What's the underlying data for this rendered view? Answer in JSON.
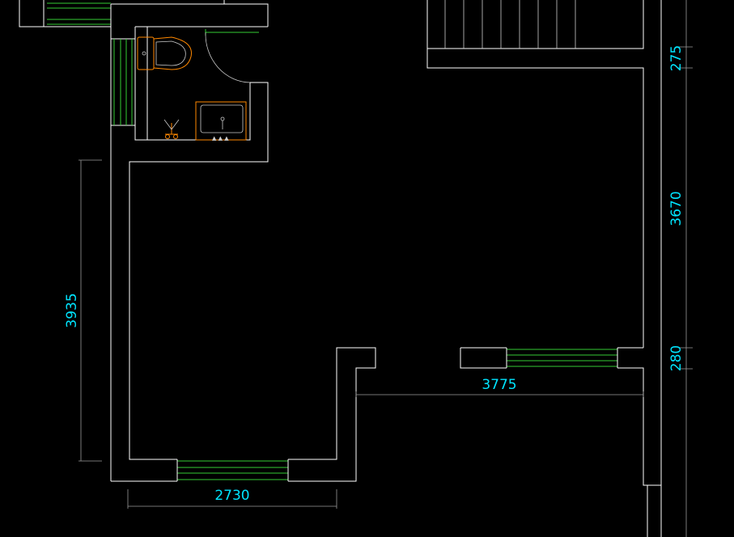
{
  "drawing": {
    "background": "#000000",
    "wall_color": "#ffffff",
    "window_color": "#33cc33",
    "fixture_color": "#ff8800",
    "dimension_text_color": "#00e5ff"
  },
  "dimensions": {
    "left_vertical": "3935",
    "bottom_left": "2730",
    "middle_horizontal": "3775",
    "right_top": "275",
    "right_middle": "3670",
    "right_bottom": "280"
  }
}
